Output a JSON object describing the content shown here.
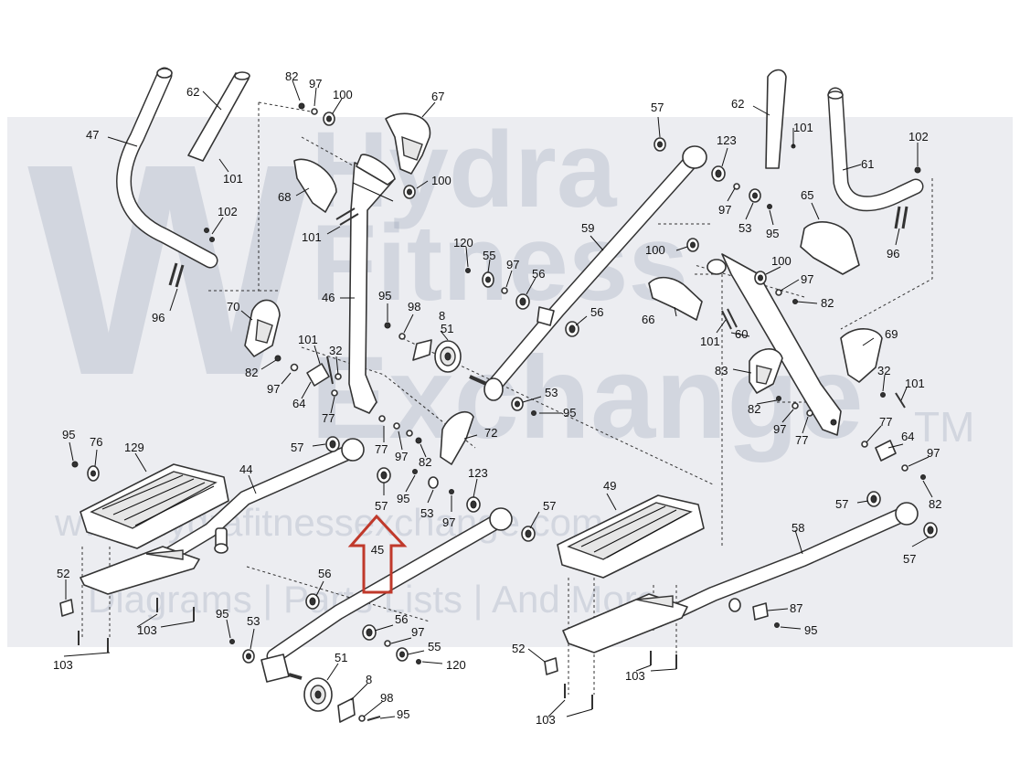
{
  "watermark": {
    "line1": "Hydra",
    "line2": "Fitness",
    "line3": "Exchange",
    "tm": "TM",
    "url": "www.hydrafitnessexchange.com",
    "tagline": "Diagrams | Parts Lists | And More"
  },
  "callout": {
    "label": "45",
    "arrow_color": "#c0392b"
  },
  "part_labels": [
    {
      "id": "l47",
      "text": "47"
    },
    {
      "id": "l62a",
      "text": "62"
    },
    {
      "id": "l101a",
      "text": "101"
    },
    {
      "id": "l102a",
      "text": "102"
    },
    {
      "id": "l96a",
      "text": "96"
    },
    {
      "id": "l82a",
      "text": "82"
    },
    {
      "id": "l97a",
      "text": "97"
    },
    {
      "id": "l100a",
      "text": "100"
    },
    {
      "id": "l67",
      "text": "67"
    },
    {
      "id": "l68",
      "text": "68"
    },
    {
      "id": "l100b",
      "text": "100"
    },
    {
      "id": "l101b",
      "text": "101"
    },
    {
      "id": "l46",
      "text": "46"
    },
    {
      "id": "l70",
      "text": "70"
    },
    {
      "id": "l82b",
      "text": "82"
    },
    {
      "id": "l97b",
      "text": "97"
    },
    {
      "id": "l64a",
      "text": "64"
    },
    {
      "id": "l101c",
      "text": "101"
    },
    {
      "id": "l32a",
      "text": "32"
    },
    {
      "id": "l77a",
      "text": "77"
    },
    {
      "id": "l95a",
      "text": "95"
    },
    {
      "id": "l98a",
      "text": "98"
    },
    {
      "id": "l8a",
      "text": "8"
    },
    {
      "id": "l51a",
      "text": "51"
    },
    {
      "id": "l120a",
      "text": "120"
    },
    {
      "id": "l55a",
      "text": "55"
    },
    {
      "id": "l97c",
      "text": "97"
    },
    {
      "id": "l56a",
      "text": "56"
    },
    {
      "id": "l72",
      "text": "72"
    },
    {
      "id": "l57a",
      "text": "57"
    },
    {
      "id": "l77b",
      "text": "77"
    },
    {
      "id": "l97d",
      "text": "97"
    },
    {
      "id": "l82c",
      "text": "82"
    },
    {
      "id": "l95b",
      "text": "95"
    },
    {
      "id": "l57b",
      "text": "57"
    },
    {
      "id": "l53a",
      "text": "53"
    },
    {
      "id": "l97e",
      "text": "97"
    },
    {
      "id": "l123a",
      "text": "123"
    },
    {
      "id": "l95c",
      "text": "95"
    },
    {
      "id": "l76",
      "text": "76"
    },
    {
      "id": "l129",
      "text": "129"
    },
    {
      "id": "l44",
      "text": "44"
    },
    {
      "id": "l52a",
      "text": "52"
    },
    {
      "id": "l103a",
      "text": "103"
    },
    {
      "id": "l103b",
      "text": "103"
    },
    {
      "id": "l56b",
      "text": "56"
    },
    {
      "id": "l95d",
      "text": "95"
    },
    {
      "id": "l53b",
      "text": "53"
    },
    {
      "id": "l56c",
      "text": "56"
    },
    {
      "id": "l97f",
      "text": "97"
    },
    {
      "id": "l55b",
      "text": "55"
    },
    {
      "id": "l120b",
      "text": "120"
    },
    {
      "id": "l51b",
      "text": "51"
    },
    {
      "id": "l8b",
      "text": "8"
    },
    {
      "id": "l98b",
      "text": "98"
    },
    {
      "id": "l95e",
      "text": "95"
    },
    {
      "id": "l57c",
      "text": "57"
    },
    {
      "id": "l59",
      "text": "59"
    },
    {
      "id": "l53c",
      "text": "53"
    },
    {
      "id": "l95f",
      "text": "95"
    },
    {
      "id": "l56d",
      "text": "56"
    },
    {
      "id": "l57d",
      "text": "57"
    },
    {
      "id": "l62b",
      "text": "62"
    },
    {
      "id": "l101d",
      "text": "101"
    },
    {
      "id": "l123b",
      "text": "123"
    },
    {
      "id": "l97g",
      "text": "97"
    },
    {
      "id": "l53d",
      "text": "53"
    },
    {
      "id": "l95g",
      "text": "95"
    },
    {
      "id": "l102b",
      "text": "102"
    },
    {
      "id": "l61",
      "text": "61"
    },
    {
      "id": "l65",
      "text": "65"
    },
    {
      "id": "l96b",
      "text": "96"
    },
    {
      "id": "l100c",
      "text": "100"
    },
    {
      "id": "l100d",
      "text": "100"
    },
    {
      "id": "l97h",
      "text": "97"
    },
    {
      "id": "l82d",
      "text": "82"
    },
    {
      "id": "l66",
      "text": "66"
    },
    {
      "id": "l60",
      "text": "60"
    },
    {
      "id": "l101e",
      "text": "101"
    },
    {
      "id": "l69",
      "text": "69"
    },
    {
      "id": "l83",
      "text": "83"
    },
    {
      "id": "l32b",
      "text": "32"
    },
    {
      "id": "l101f",
      "text": "101"
    },
    {
      "id": "l82e",
      "text": "82"
    },
    {
      "id": "l97i",
      "text": "97"
    },
    {
      "id": "l77c",
      "text": "77"
    },
    {
      "id": "l77d",
      "text": "77"
    },
    {
      "id": "l64b",
      "text": "64"
    },
    {
      "id": "l97j",
      "text": "97"
    },
    {
      "id": "l82f",
      "text": "82"
    },
    {
      "id": "l49",
      "text": "49"
    },
    {
      "id": "l57e",
      "text": "57"
    },
    {
      "id": "l58",
      "text": "58"
    },
    {
      "id": "l57f",
      "text": "57"
    },
    {
      "id": "l87",
      "text": "87"
    },
    {
      "id": "l95h",
      "text": "95"
    },
    {
      "id": "l52b",
      "text": "52"
    },
    {
      "id": "l103c",
      "text": "103"
    },
    {
      "id": "l103d",
      "text": "103"
    }
  ]
}
